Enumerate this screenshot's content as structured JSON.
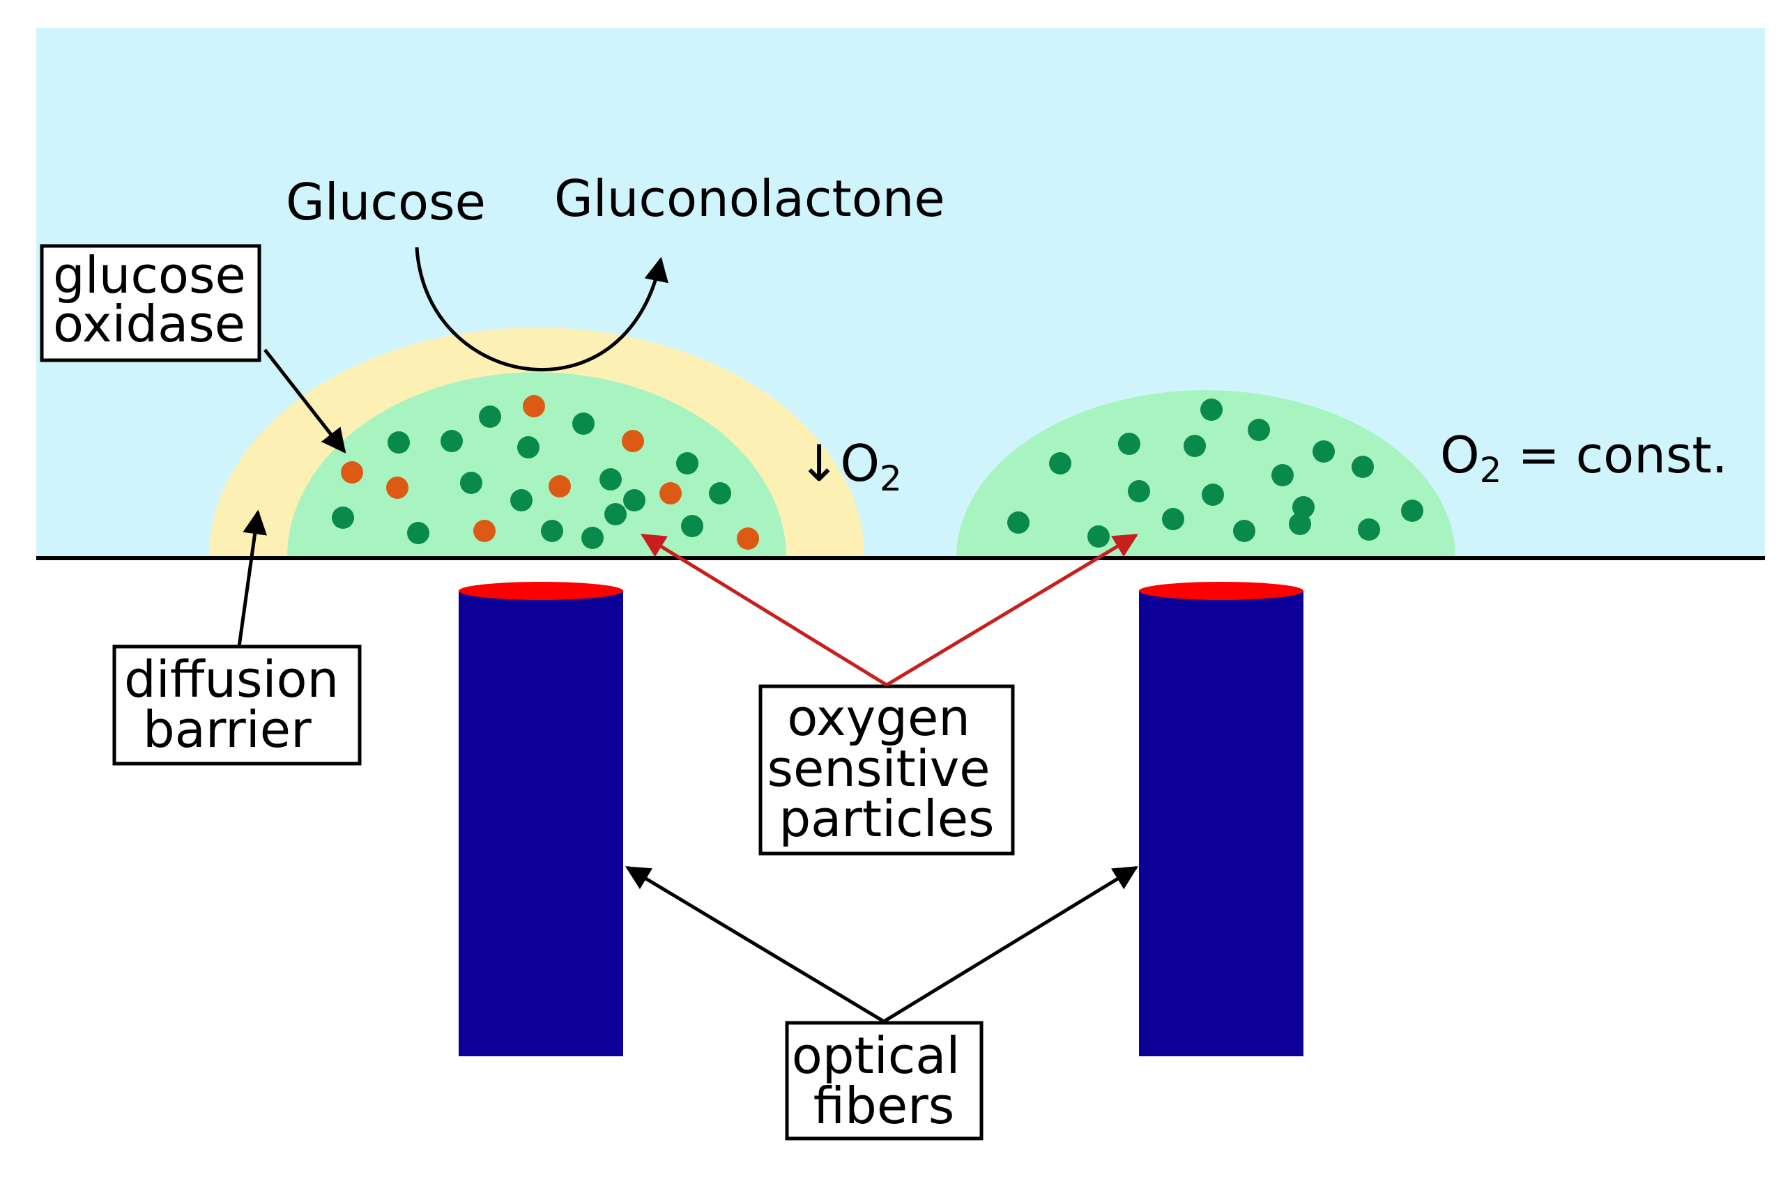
{
  "colors": {
    "solution": "#d0f4fc",
    "diffusion_barrier": "#fcf0b4",
    "sensor_matrix": "#a8f4c0",
    "oxygen_particle": "#0a8a4a",
    "enzyme_particle": "#dc5a14",
    "fiber_body": "#0c0096",
    "fiber_tip": "#ff0000",
    "sensor_arrow": "#c81e1e",
    "ink": "#000000"
  },
  "reaction": {
    "substrate": "Glucose",
    "product": "Gluconolactone"
  },
  "labels": {
    "enzyme": [
      "glucose",
      "oxidase"
    ],
    "barrier": [
      "diffusion",
      "barrier"
    ],
    "particles": [
      "oxygen",
      "sensitive",
      "particles"
    ],
    "fibers": [
      "optical",
      "fibers"
    ]
  },
  "oxygen": {
    "arrow": "↓",
    "symbol": "O",
    "subscript": "2",
    "constant_relation": " = const."
  }
}
